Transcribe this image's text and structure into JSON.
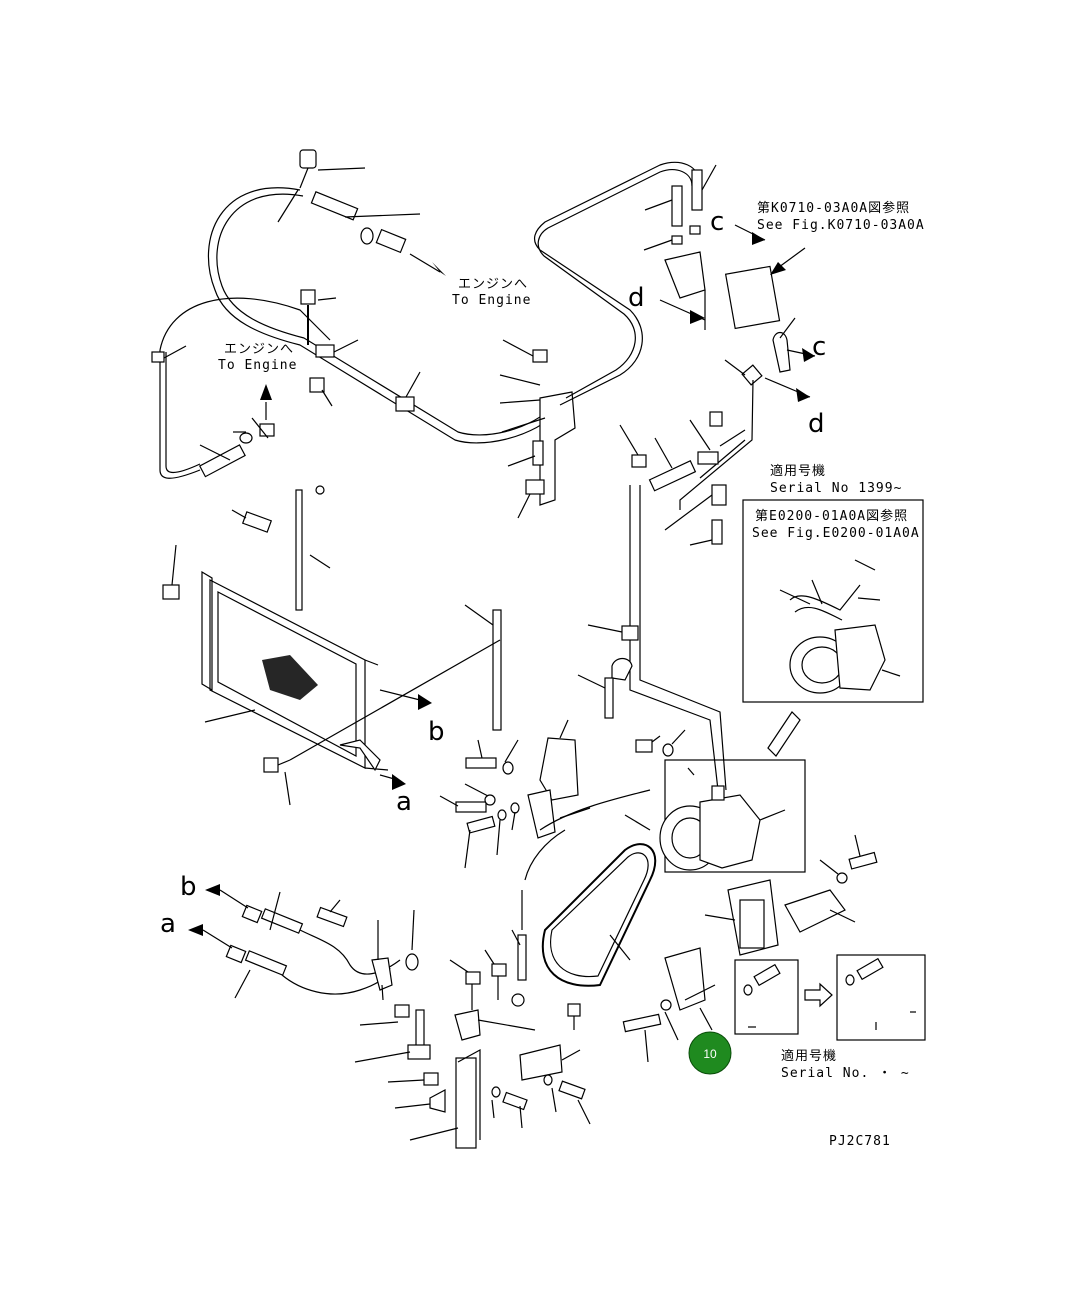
{
  "labels": {
    "to_engine_jp_1": "エンジンへ",
    "to_engine_en_1": "To Engine",
    "to_engine_jp_2": "エンジンへ",
    "to_engine_en_2": "To Engine",
    "ref_k0710_jp": "第K0710-03A0A図参照",
    "ref_k0710_en": "See Fig.K0710-03A0A",
    "serial_jp_1": "適用号機",
    "serial_en_1": "Serial No 1399~",
    "ref_e0200_jp": "第E0200-01A0A図参照",
    "ref_e0200_en": "See Fig.E0200-01A0A",
    "serial_jp_2": "適用号機",
    "serial_en_2": "Serial No.  ・  ~",
    "drawing_code": "PJ2C781"
  },
  "letters": {
    "c1": "c",
    "c2": "c",
    "d1": "d",
    "d2": "d",
    "b1": "b",
    "b2": "b",
    "a1": "a",
    "a2": "a"
  },
  "callout": {
    "number": "10",
    "color": "#1f8a1f"
  }
}
